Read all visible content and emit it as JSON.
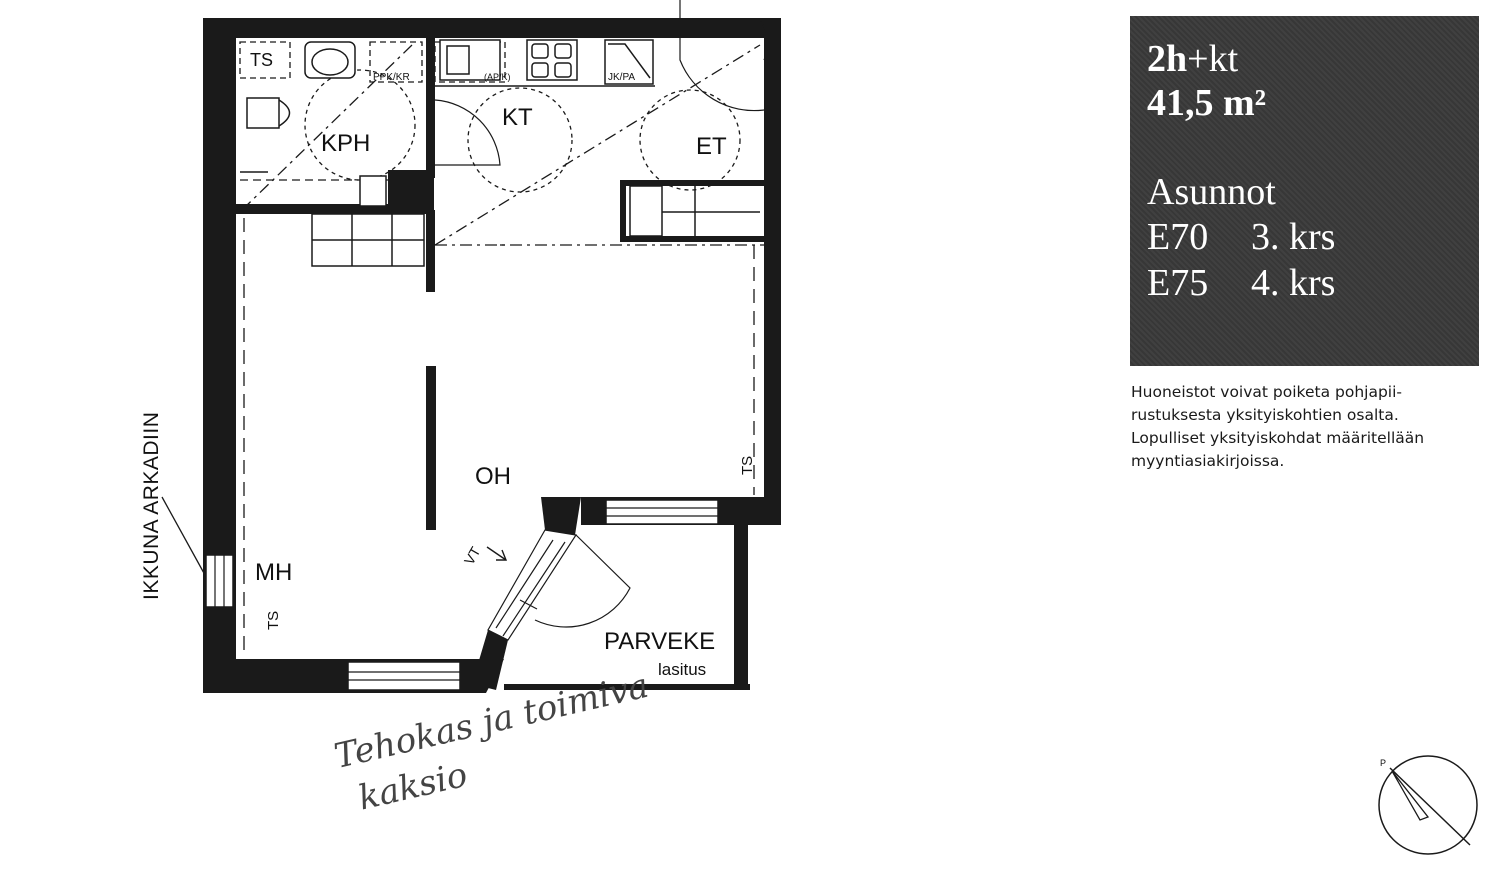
{
  "rooms": {
    "ts_top": "TS",
    "kph": "KPH",
    "kt": "KT",
    "et": "ET",
    "oh": "OH",
    "mh": "MH",
    "ts_left": "TS",
    "ts_right": "TS",
    "parveke": "PARVEKE",
    "lasitus": "lasitus",
    "ppk_kr": "PPK/KR",
    "ap_k": "(AP/K)",
    "jk_pa": "JK/PA",
    "vt": "VT",
    "window_label": "IKKUNA ARKADIIN"
  },
  "info": {
    "type_bold": "2h",
    "type_rest": "+kt",
    "area": "41,5 m²",
    "heading": "Asunnot",
    "units": [
      {
        "code": "E70",
        "floor": "3. krs"
      },
      {
        "code": "E75",
        "floor": "4. krs"
      }
    ]
  },
  "disclaimer": [
    "Huoneistot voivat poiketa pohjapii-",
    "rustuksesta yksityiskohtien osalta.",
    "Lopulliset yksityiskohdat määritellään",
    "myyntiasiakirjoissa."
  ],
  "slogan": [
    "Tehokas ja toimiva",
    "kaksio"
  ],
  "compass_label": "P",
  "colors": {
    "wall": "#1a1a1a",
    "box": "#3a3a3a"
  }
}
